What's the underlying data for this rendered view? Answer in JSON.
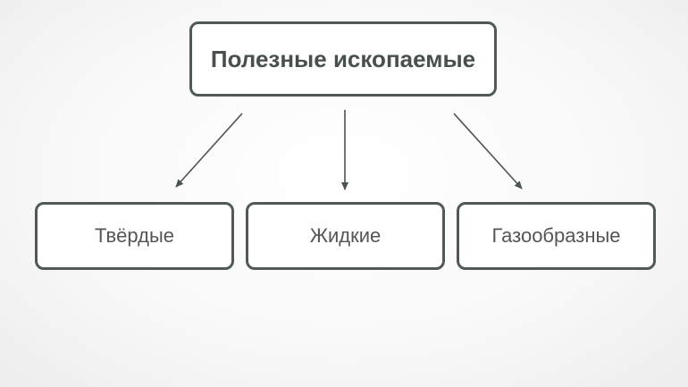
{
  "diagram": {
    "root": {
      "label": "Полезные ископаемые"
    },
    "children": [
      {
        "label": "Твёрдые"
      },
      {
        "label": "Жидкие"
      },
      {
        "label": "Газообразные"
      }
    ]
  },
  "colors": {
    "border": "#4f5a55",
    "arrow": "#4b5550",
    "text": "#4a4a4a"
  }
}
